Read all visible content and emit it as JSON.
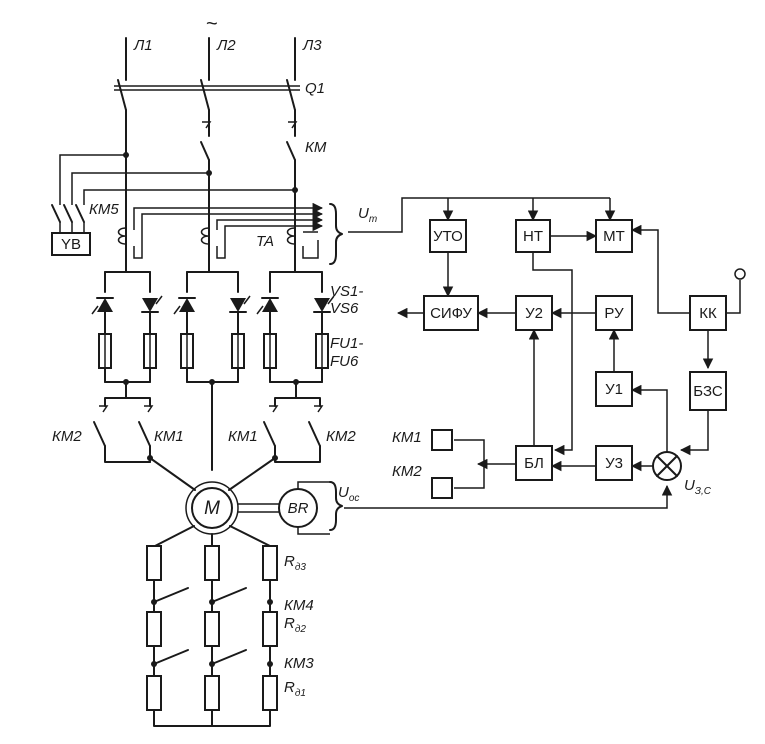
{
  "phases": {
    "l1": "Л1",
    "l2": "Л2",
    "l3": "Л3",
    "ac_symbol": "~"
  },
  "switches": {
    "q1": "Q1",
    "km": "КМ",
    "km5": "КМ5",
    "km1_left": "КМ1",
    "km1_right": "КМ1",
    "km2_left": "КМ2",
    "km2_right": "КМ2",
    "km4": "КМ4",
    "km3": "КМ3"
  },
  "devices": {
    "yv": "YB",
    "ta": "TA",
    "motor": "M",
    "tachogenerator": "BR"
  },
  "thyristors": {
    "line1": "VS1-",
    "line2": "VS6"
  },
  "fuses": {
    "line1": "FU1-",
    "line2": "FU6"
  },
  "signals": {
    "ut_main": "U",
    "ut_sub": "т",
    "uoc_main": "U",
    "uoc_sub": "ос",
    "uzc_main": "U",
    "uzc_sub": "З,С"
  },
  "resistors": {
    "rd3_main": "R",
    "rd3_sub": "д3",
    "rd2_main": "R",
    "rd2_sub": "д2",
    "rd1_main": "R",
    "rd1_sub": "д1"
  },
  "blocks": {
    "uto": "УТО",
    "nt": "НТ",
    "mt": "МТ",
    "sifu": "СИФУ",
    "u2": "У2",
    "ru": "РУ",
    "kk": "КК",
    "u1": "У1",
    "bzs": "БЗС",
    "bl": "БЛ",
    "u3": "У3"
  },
  "outputs": {
    "km1": "КМ1",
    "km2": "КМ2"
  }
}
